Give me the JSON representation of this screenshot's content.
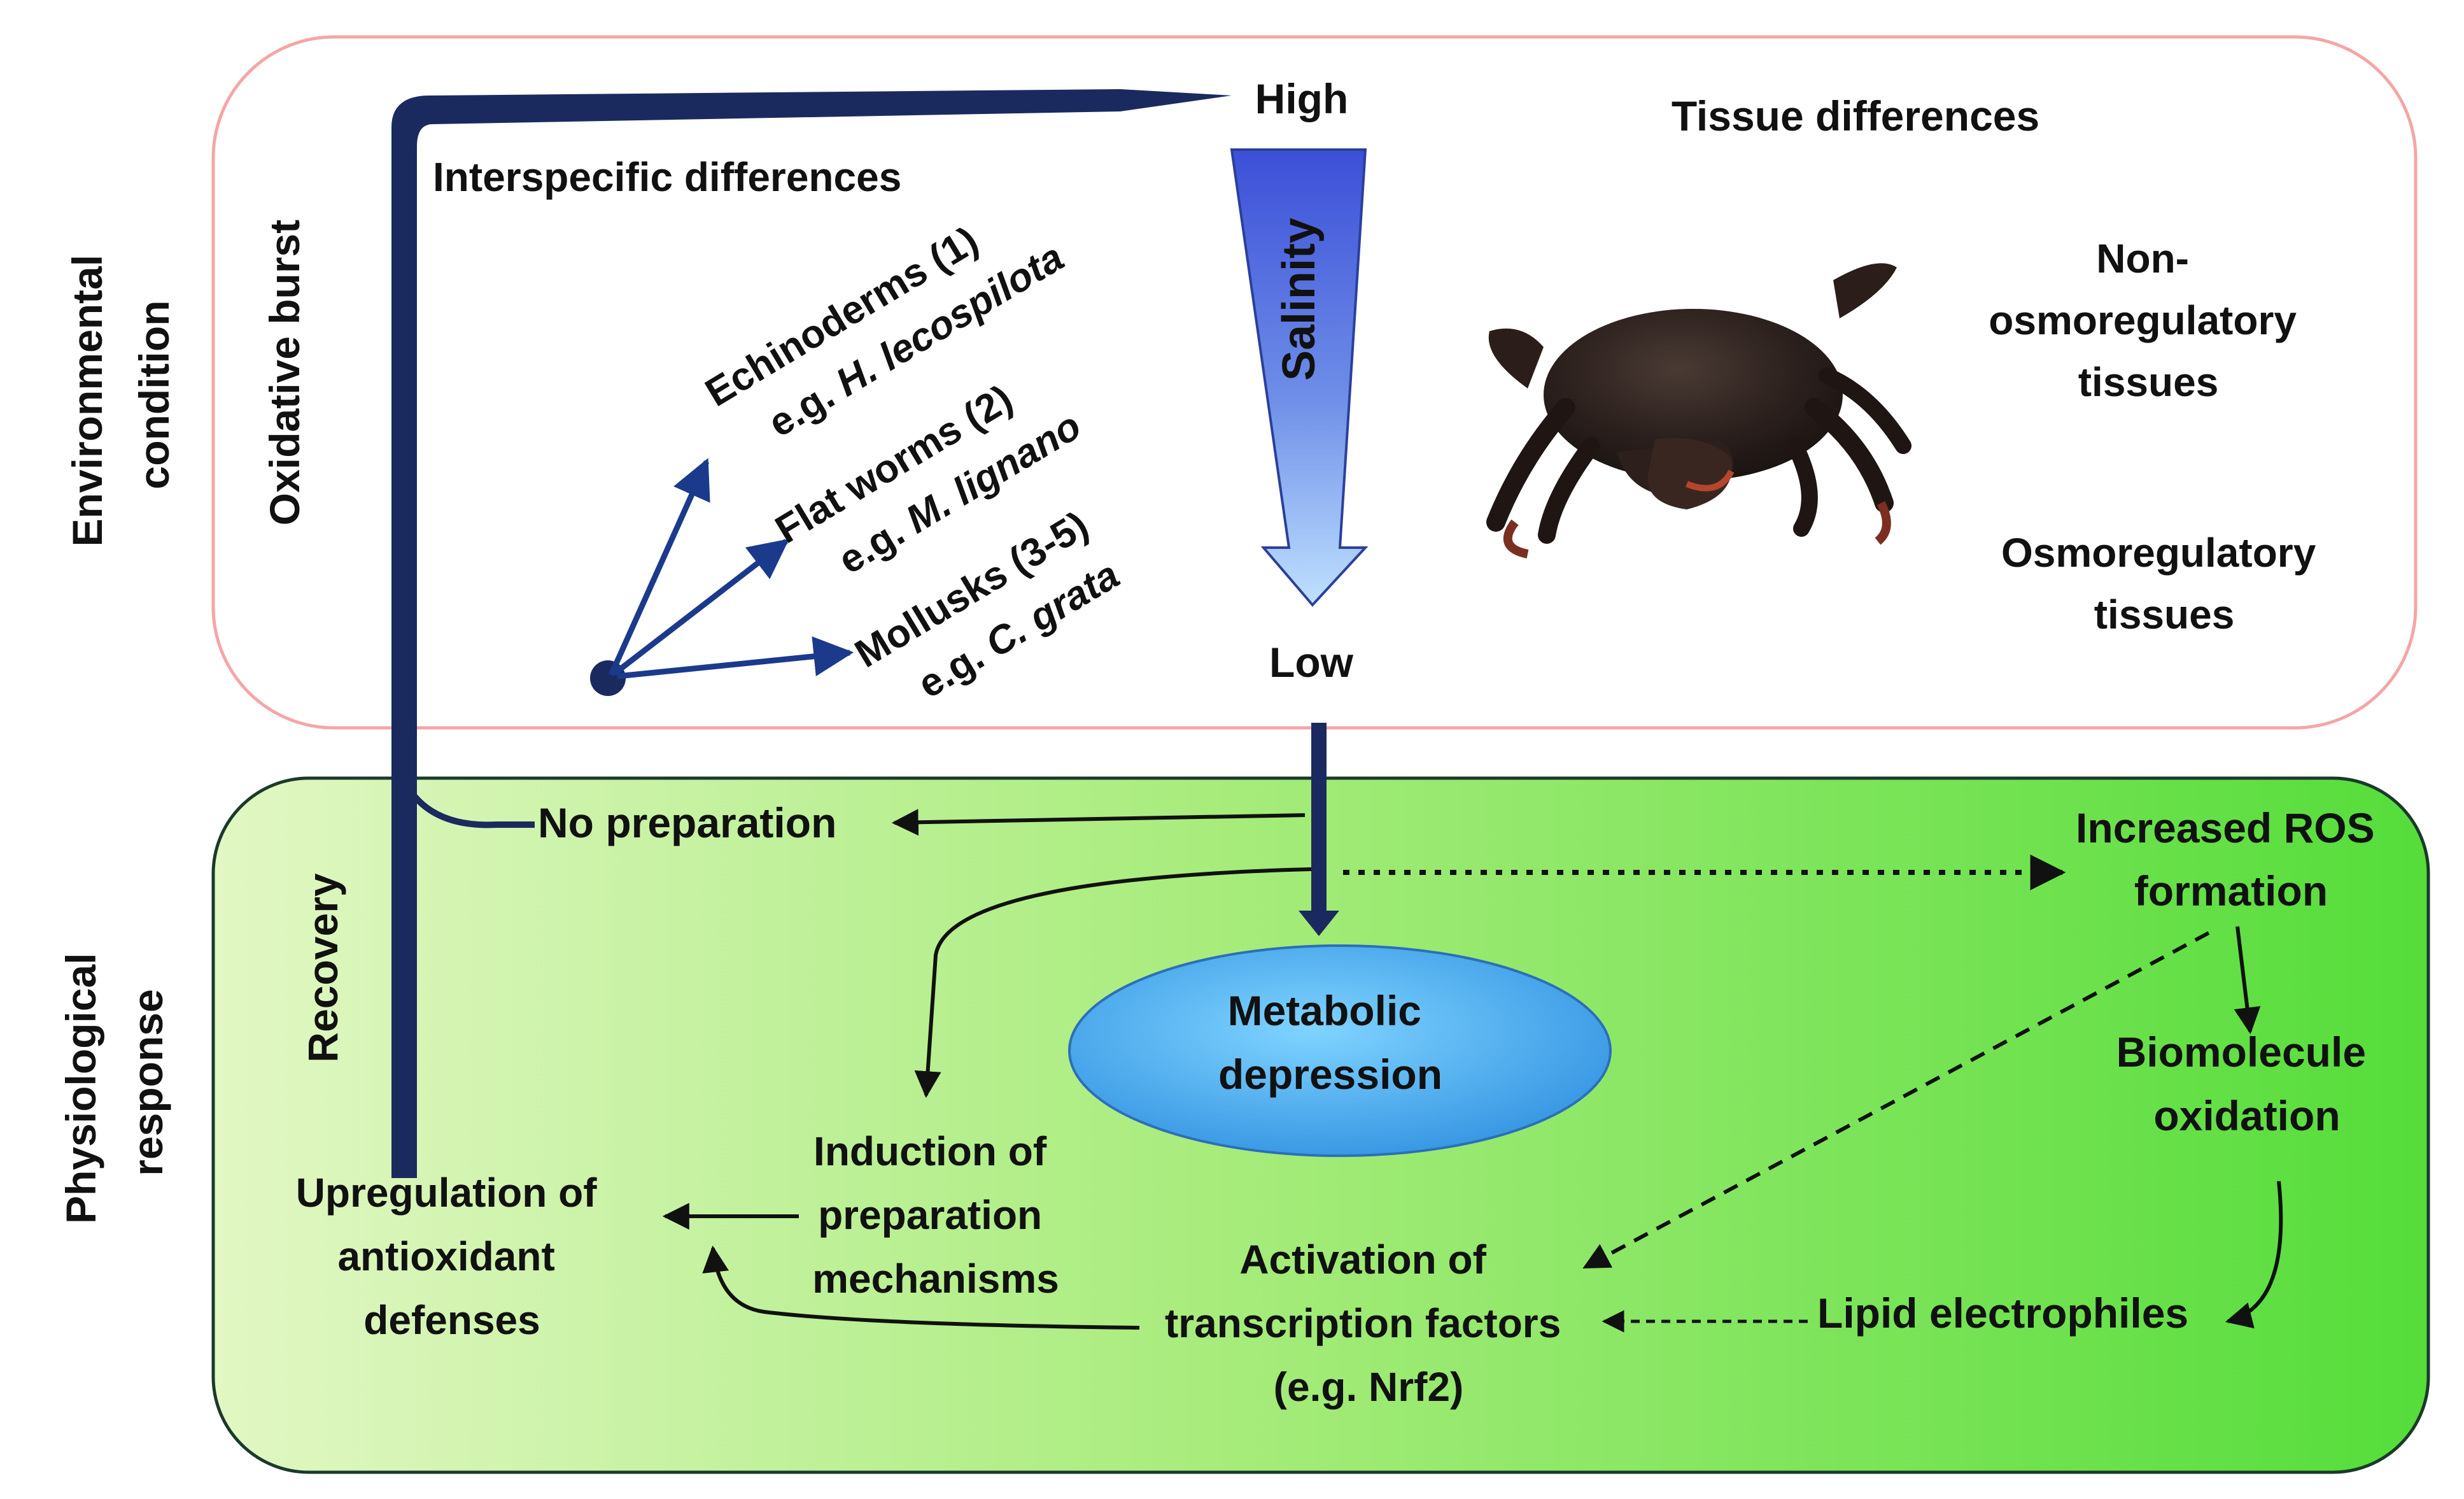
{
  "labels": {
    "env_condition": [
      "Environmental",
      "condition"
    ],
    "physio_response": [
      "Physiological",
      "response"
    ],
    "oxidative_burst": "Oxidative burst",
    "recovery": "Recovery",
    "high": "High",
    "low": "Low",
    "salinity": "Salinity",
    "interspecific": "Interspecific differences",
    "tissue_diff": "Tissue differences",
    "non_osmo": [
      "Non-",
      "osmoregulatory",
      "tissues"
    ],
    "osmo": [
      "Osmoregulatory",
      "tissues"
    ],
    "echinoderms": {
      "line1": "Echinoderms (1)",
      "prefix": "e.g. ",
      "species": "H. lecospilota"
    },
    "flatworms": {
      "line1": "Flat worms (2)",
      "prefix": "e.g. ",
      "species": "M. lignano"
    },
    "mollusks": {
      "line1": "Mollusks (3-5)",
      "prefix": "e.g. ",
      "species": "C. grata"
    },
    "no_preparation": "No preparation",
    "metabolic_depression": [
      "Metabolic",
      "depression"
    ],
    "induction": [
      "Induction of",
      "preparation",
      "mechanisms"
    ],
    "upregulation": [
      "Upregulation of",
      "antioxidant",
      "defenses"
    ],
    "activation": [
      "Activation of",
      "transcription factors",
      "(e.g. Nrf2)"
    ],
    "increased_ros": [
      "Increased ROS",
      "formation"
    ],
    "biomolecule": [
      "Biomolecule",
      "oxidation"
    ],
    "lipid": "Lipid electrophiles"
  },
  "colors": {
    "navy": "#1b2a5e",
    "arrow_blue": "#1c3a8c",
    "env_border": "#f4a6a6",
    "green_light": "#e2f7c4",
    "green_dark": "#55dd3a",
    "salinity_top": "#3c4fd8",
    "salinity_bottom": "#a9d3ff",
    "ellipse": "#4fb3f0"
  }
}
